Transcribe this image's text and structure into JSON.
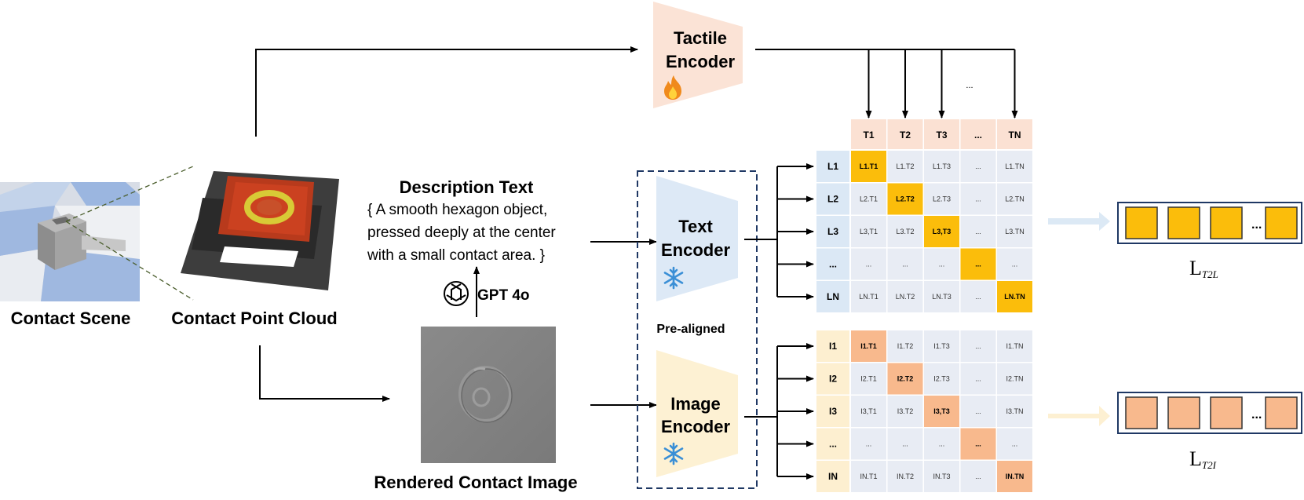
{
  "labels": {
    "contact_scene": "Contact Scene",
    "contact_point_cloud": "Contact Point Cloud",
    "rendered_contact_image": "Rendered Contact Image",
    "description_title": "Description Text",
    "description_lines": [
      "{ A smooth hexagon object,",
      "pressed deeply at the center",
      "with a small contact area. }"
    ],
    "gpt": "GPT 4o",
    "tactile_encoder": [
      "Tactile",
      "Encoder"
    ],
    "text_encoder": [
      "Text",
      "Encoder"
    ],
    "image_encoder": [
      "Image",
      "Encoder"
    ],
    "pre_aligned": "Pre-aligned",
    "tactile_dots": "...",
    "loss_t2l_main": "L",
    "loss_t2l_sub": "T2L",
    "loss_t2i_main": "L",
    "loss_t2i_sub": "T2I",
    "vector_dots": "..."
  },
  "icons": {
    "fire": "fire-icon",
    "snowflake": "snowflake-icon",
    "openai": "openai-logo-icon"
  },
  "colors": {
    "tactile_fill": "#fbe3d6",
    "text_fill": "#dde9f6",
    "image_fill": "#fdf1d3",
    "header_fill": "#fbe1d3",
    "row_text_fill": "#dbe8f5",
    "row_image_fill": "#fdefd0",
    "cell_fill": "#e8ecf4",
    "diag_text": "#fbbd0b",
    "diag_image": "#f8b98d",
    "arrow_text": "#dce9f5",
    "arrow_image": "#fdf0d2"
  },
  "matrix": {
    "columns": [
      "T1",
      "T2",
      "T3",
      "...",
      "TN"
    ],
    "text_rows": [
      {
        "label": "L1",
        "cells": [
          "L1.T1",
          "L1.T2",
          "L1.T3",
          "...",
          "L1.TN"
        ],
        "highlight": 0
      },
      {
        "label": "L2",
        "cells": [
          "L2.T1",
          "L2.T2",
          "L2.T3",
          "...",
          "L2.TN"
        ],
        "highlight": 1
      },
      {
        "label": "L3",
        "cells": [
          "L3,T1",
          "L3.T2",
          "L3,T3",
          "...",
          "L3.TN"
        ],
        "highlight": 2
      },
      {
        "label": "...",
        "cells": [
          "...",
          "...",
          "...",
          "...",
          "..."
        ],
        "highlight": 3
      },
      {
        "label": "LN",
        "cells": [
          "LN.T1",
          "LN.T2",
          "LN.T3",
          "...",
          "LN.TN"
        ],
        "highlight": 4
      }
    ],
    "image_rows": [
      {
        "label": "I1",
        "cells": [
          "I1.T1",
          "I1.T2",
          "I1.T3",
          "...",
          "I1.TN"
        ],
        "highlight": 0
      },
      {
        "label": "I2",
        "cells": [
          "I2.T1",
          "I2.T2",
          "I2.T3",
          "...",
          "I2.TN"
        ],
        "highlight": 1
      },
      {
        "label": "I3",
        "cells": [
          "I3,T1",
          "I3.T2",
          "I3,T3",
          "...",
          "I3.TN"
        ],
        "highlight": 2
      },
      {
        "label": "...",
        "cells": [
          "...",
          "...",
          "...",
          "...",
          "..."
        ],
        "highlight": 3
      },
      {
        "label": "IN",
        "cells": [
          "IN.T1",
          "IN.T2",
          "IN.T3",
          "...",
          "IN.TN"
        ],
        "highlight": 4
      }
    ]
  }
}
